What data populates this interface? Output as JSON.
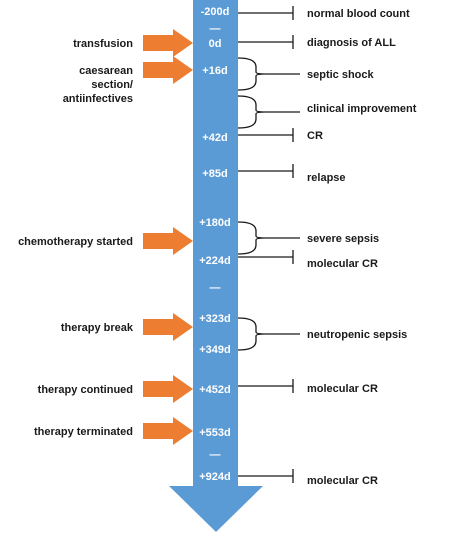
{
  "timeline": {
    "day_markers": [
      "-200d",
      "0d",
      "+16d",
      "+42d",
      "+85d",
      "+180d",
      "+224d",
      "+323d",
      "+349d",
      "+452d",
      "+553d",
      "+924d"
    ],
    "gap_marks": [
      "—",
      "—",
      "—"
    ]
  },
  "actions": [
    {
      "lines": [
        "transfusion"
      ]
    },
    {
      "lines": [
        "caesarean",
        "section/",
        "antiinfectives"
      ]
    },
    {
      "lines": [
        "chemotherapy started"
      ]
    },
    {
      "lines": [
        "therapy break"
      ]
    },
    {
      "lines": [
        "therapy continued"
      ]
    },
    {
      "lines": [
        "therapy terminated"
      ]
    }
  ],
  "events": [
    "normal blood count",
    "diagnosis of ALL",
    "septic shock",
    "clinical improvement",
    "CR",
    "relapse",
    "severe sepsis",
    "molecular CR",
    "neutropenic sepsis",
    "molecular CR",
    "molecular CR"
  ],
  "colors": {
    "timeline_bar": "#5b9bd5",
    "arrow": "#ed7d31",
    "text": "#1a1a1a",
    "marker_text": "#ffffff"
  }
}
